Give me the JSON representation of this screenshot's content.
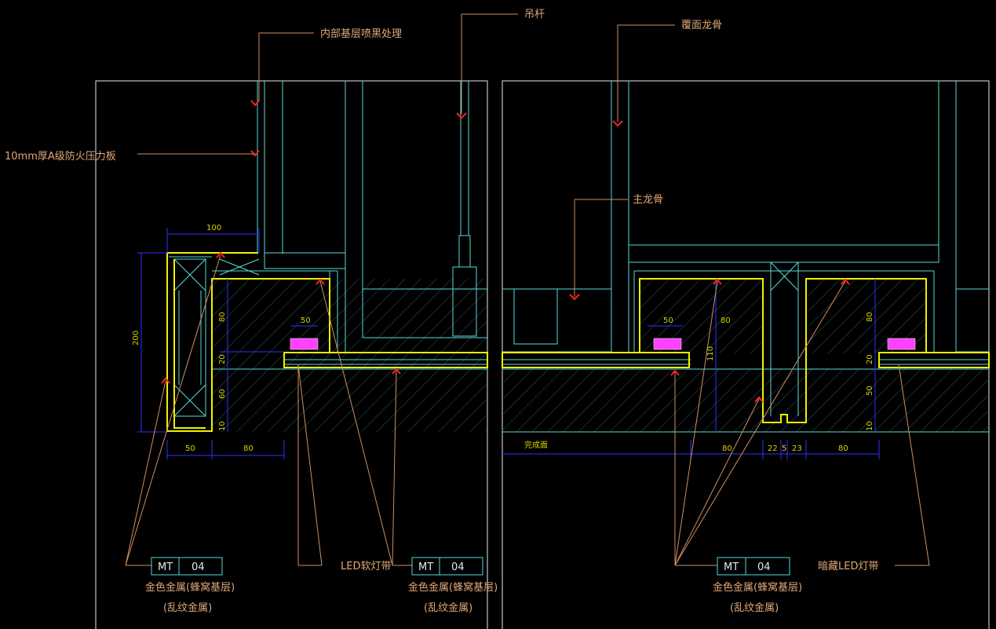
{
  "drawing": {
    "top_labels": {
      "inner_base": "内部基层喷黑处理",
      "hanger_rod": "吊杆",
      "cover_keel": "覆面龙骨",
      "main_keel": "主龙骨"
    },
    "fire_board": "10mm厚A级防火压力板",
    "led_soft": "LED软灯带",
    "led_hidden": "暗藏LED灯带",
    "finish_height_label": "完成面",
    "material_tags": [
      {
        "code": "MT",
        "num": "04",
        "desc1": "金色金属(蜂窝基层)",
        "desc2": "(乱纹金属)"
      },
      {
        "code": "MT",
        "num": "04",
        "desc1": "金色金属(蜂窝基层)",
        "desc2": "(乱纹金属)"
      },
      {
        "code": "MT",
        "num": "04",
        "desc1": "金色金属(蜂窝基层)",
        "desc2": "(乱纹金属)"
      }
    ],
    "dimensions_left": {
      "top_width": "100",
      "total_height": "200",
      "led_width": "50",
      "seg_80": "80",
      "seg_20": "20",
      "seg_60": "60",
      "seg_10": "10",
      "bottom_50": "50",
      "bottom_80": "80"
    },
    "dimensions_right": {
      "led_width_a": "50",
      "vert_80": "80",
      "vert_110": "110",
      "seg_80": "80",
      "seg_20": "20",
      "seg_50": "50",
      "seg_10": "10",
      "bottom_80a": "80",
      "bottom_22a": "22",
      "bottom_5": "5",
      "bottom_23": "23",
      "bottom_80b": "80"
    },
    "colors": {
      "background": "#000000",
      "frame": "#e8e8e8",
      "cyan": "#5ad8d8",
      "yellow": "#f0f000",
      "leader": "#d09060",
      "dim_blue": "#3030ff",
      "arrow_red": "#ff2020",
      "led": "#ff40ff"
    }
  }
}
